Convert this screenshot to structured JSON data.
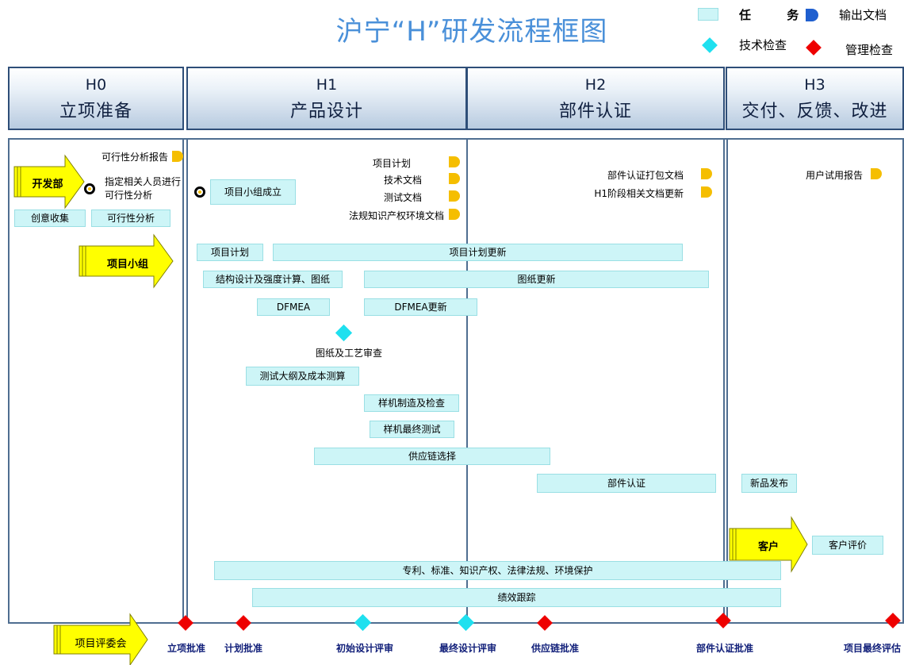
{
  "title": "沪宁“H”研发流程框图",
  "legend": {
    "task": "任  务",
    "output_doc": "输出文档",
    "tech_check": "技术检查",
    "mgmt_check": "管理检查"
  },
  "phases": [
    {
      "code": "H0",
      "name": "立项准备"
    },
    {
      "code": "H1",
      "name": "产品设计"
    },
    {
      "code": "H2",
      "name": "部件认证"
    },
    {
      "code": "H3",
      "name": "交付、反馈、改进"
    }
  ],
  "actors": {
    "dev_dept": "开发部",
    "project_team": "项目小组",
    "customer": "客户",
    "review_committee": "项目评委会"
  },
  "notes": {
    "assign_staff": "指定相关人员进行可行性分析",
    "team_formed": "项目小组成立"
  },
  "docs": {
    "h0": [
      "可行性分析报告"
    ],
    "h1": [
      "项目计划",
      "技术文档",
      "测试文档",
      "法规知识产权环境文档"
    ],
    "h2": [
      "部件认证打包文档",
      "H1阶段相关文档更新"
    ],
    "h3": [
      "用户试用报告"
    ]
  },
  "tasks": {
    "idea_collection": "创意收集",
    "feasibility": "可行性分析",
    "project_plan": "项目计划",
    "plan_update": "项目计划更新",
    "structure_design": "结构设计及强度计算、图纸",
    "drawing_update": "图纸更新",
    "dfmea": "DFMEA",
    "dfmea_update": "DFMEA更新",
    "test_outline": "测试大纲及成本测算",
    "prototype_build": "样机制造及检查",
    "prototype_test": "样机最终测试",
    "supply_chain": "供应链选择",
    "part_cert": "部件认证",
    "new_release": "新品发布",
    "customer_eval": "客户评价",
    "compliance": "专利、标准、知识产权、法律法规、环境保护",
    "performance": "绩效跟踪"
  },
  "checks": {
    "drawing_review": "图纸及工艺审查"
  },
  "milestones": [
    {
      "label": "立项批准",
      "kind": "mgmt"
    },
    {
      "label": "计划批准",
      "kind": "mgmt"
    },
    {
      "label": "初始设计评审",
      "kind": "tech"
    },
    {
      "label": "最终设计评审",
      "kind": "tech"
    },
    {
      "label": "供应链批准",
      "kind": "mgmt"
    },
    {
      "label": "部件认证批准",
      "kind": "mgmt"
    },
    {
      "label": "项目最终评估",
      "kind": "mgmt"
    }
  ],
  "colors": {
    "title": "#4a90d9",
    "task_fill": "#cdf5f7",
    "output_doc": "#f5be00",
    "output_doc_legend": "#1f5fcf",
    "tech_check": "#1fe0ef",
    "mgmt_check": "#ee0000",
    "arrow_fill": "#ffff00",
    "frame": "#4f6e91"
  }
}
